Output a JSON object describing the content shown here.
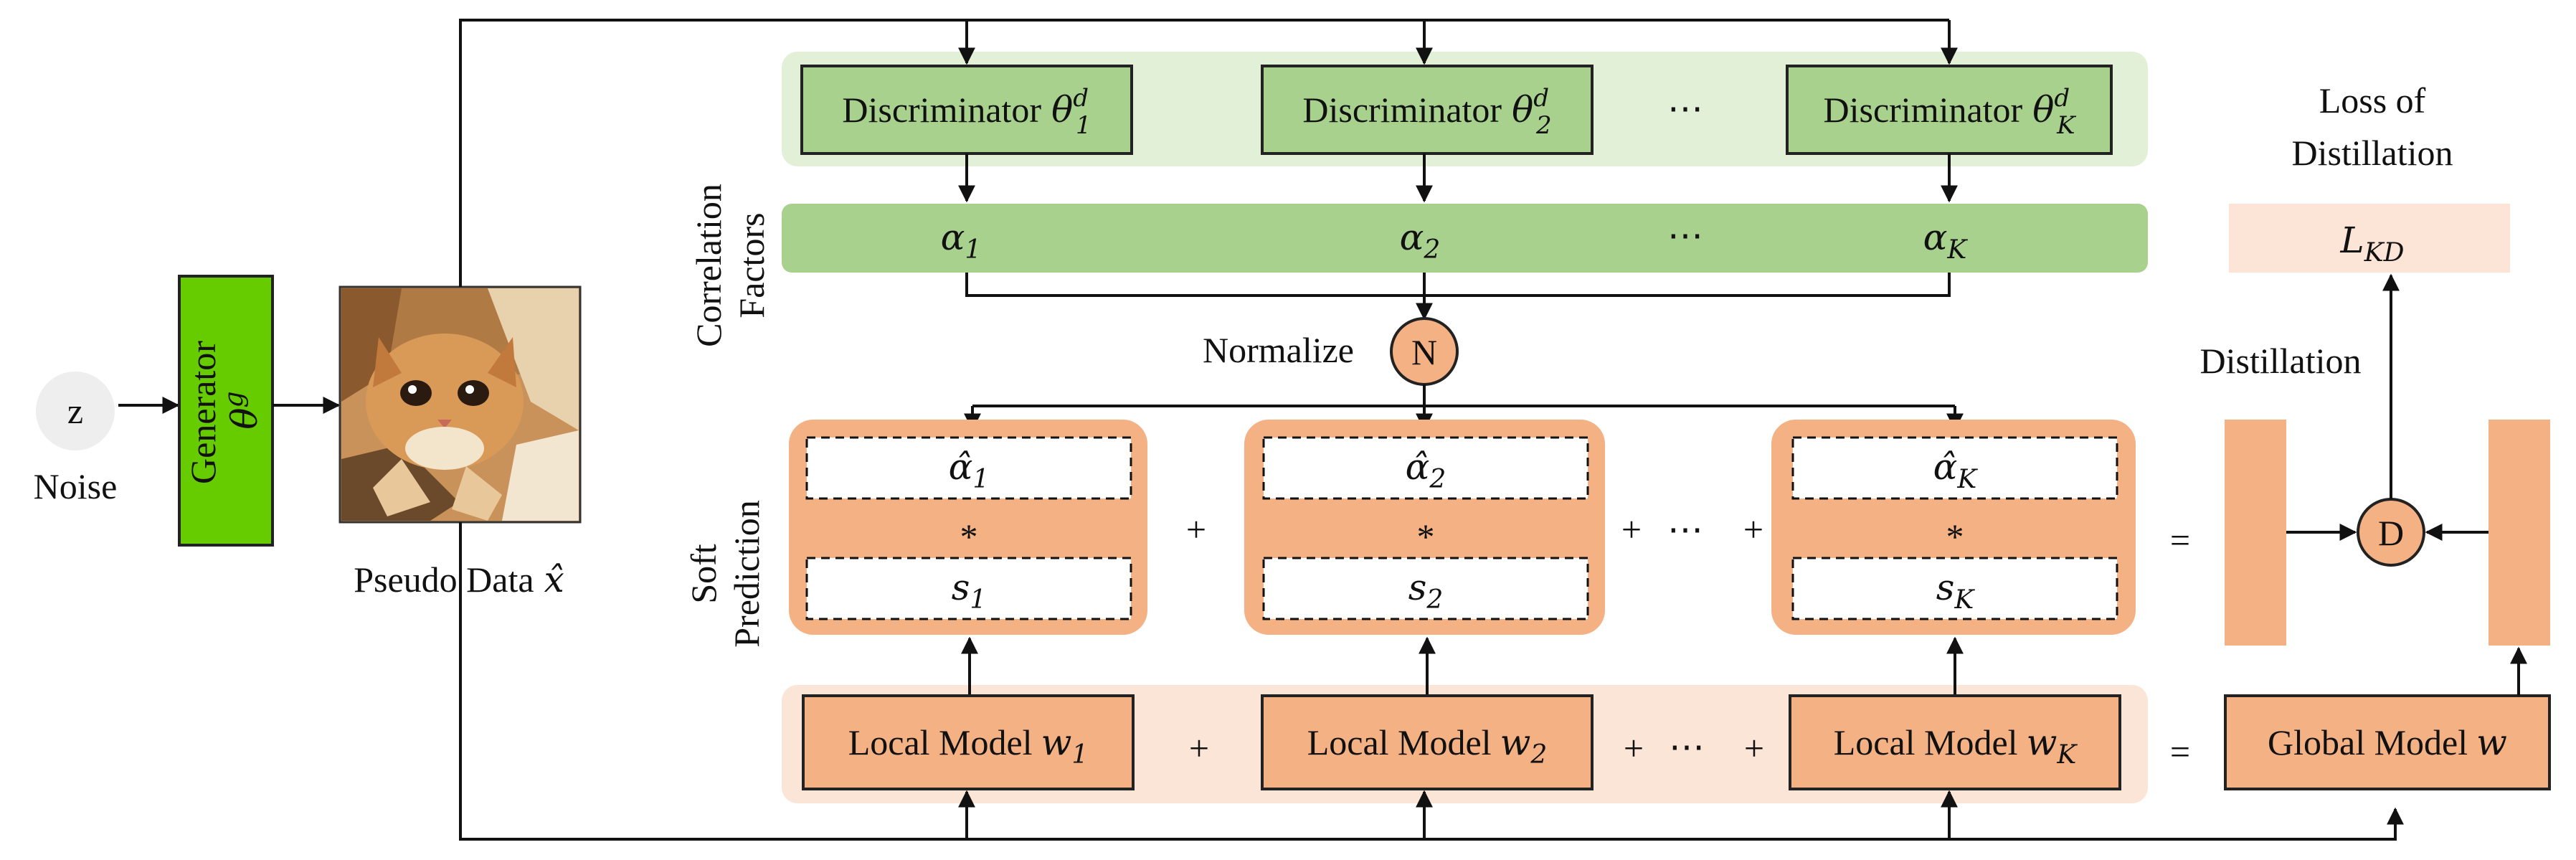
{
  "noise": {
    "symbol": "z",
    "label": "Noise"
  },
  "generator": {
    "title": "Generator",
    "param": "θ",
    "param_sup": "g",
    "color": "#66cc00"
  },
  "pseudo_data": {
    "label": "Pseudo Data",
    "symbol": "x̂"
  },
  "discriminators": [
    {
      "label": "Discriminator",
      "param": "θ",
      "sub": "1",
      "sup": "d"
    },
    {
      "label": "Discriminator",
      "param": "θ",
      "sub": "2",
      "sup": "d"
    },
    {
      "label": "Discriminator",
      "param": "θ",
      "sub": "K",
      "sup": "d"
    }
  ],
  "ellipsis": "⋯",
  "correlation_factors": {
    "label_line1": "Correlation",
    "label_line2": "Factors",
    "items": [
      {
        "sym": "α",
        "sub": "1"
      },
      {
        "sym": "α",
        "sub": "2"
      },
      {
        "sym": "α",
        "sub": "K"
      }
    ]
  },
  "normalize": {
    "label": "Normalize",
    "node": "N"
  },
  "soft_prediction": {
    "label_line1": "Soft",
    "label_line2": "Prediction",
    "blocks": [
      {
        "alpha": "α̂",
        "alpha_sub": "1",
        "op": "*",
        "s": "s",
        "s_sub": "1"
      },
      {
        "alpha": "α̂",
        "alpha_sub": "2",
        "op": "*",
        "s": "s",
        "s_sub": "2"
      },
      {
        "alpha": "α̂",
        "alpha_sub": "K",
        "op": "*",
        "s": "s",
        "s_sub": "K"
      }
    ]
  },
  "operators": {
    "plus": "+",
    "equals": "="
  },
  "local_models": [
    {
      "label": "Local Model",
      "sym": "w",
      "sub": "1"
    },
    {
      "label": "Local Model",
      "sym": "w",
      "sub": "2"
    },
    {
      "label": "Local Model",
      "sym": "w",
      "sub": "K"
    }
  ],
  "global_model": {
    "label": "Global Model",
    "sym": "w"
  },
  "distillation": {
    "title_line1": "Loss of",
    "title_line2": "Distillation",
    "loss": "L",
    "loss_sub": "KD",
    "label": "Distillation",
    "node": "D"
  },
  "colors": {
    "disc_band": "#e3f0d8",
    "disc_box": "#a9d18e",
    "alpha_band": "#a9d18e",
    "orange": "#f4b183",
    "orange_light": "#fbe5d6",
    "pale_peach": "#fce4d6",
    "generator": "#66cc00"
  }
}
